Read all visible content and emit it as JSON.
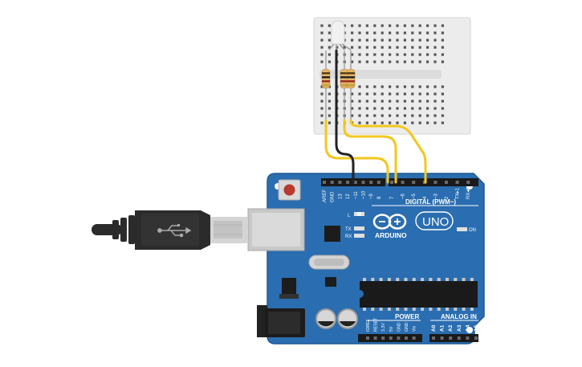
{
  "board": {
    "brand": "ARDUINO",
    "model": "UNO",
    "digital_label": "DIGITAL (PWM~)",
    "power_label": "POWER",
    "analog_label": "ANALOG IN",
    "led_l": "L",
    "led_tx": "TX",
    "led_rx": "RX",
    "led_on": "ON",
    "header_top_labels": [
      "AREF",
      "GND",
      "13",
      "12",
      "~11",
      "~10",
      "~9",
      "8",
      "7",
      "~6",
      "~5",
      "4",
      "~3",
      "2",
      "TX▸1",
      "RX◂0"
    ],
    "power_pins": [
      "IOREF",
      "RESET",
      "3.3V",
      "5V",
      "GND",
      "GND",
      "Vin"
    ],
    "analog_pins": [
      "A0",
      "A1",
      "A2",
      "A3",
      "A4",
      "A5"
    ]
  },
  "colors": {
    "board": "#2a6db0",
    "board_edge": "#1f5a94",
    "breadboard": "#eceeee",
    "wire_yellow": "#f2c81e",
    "wire_black": "#222222",
    "resistor": "#e3b66e",
    "usb_plug": "#2b2b2b",
    "usb_metal": "#d8d8d8"
  },
  "icons": {
    "usb": "usb-symbol-icon",
    "arduino": "infinity-logo-icon"
  }
}
